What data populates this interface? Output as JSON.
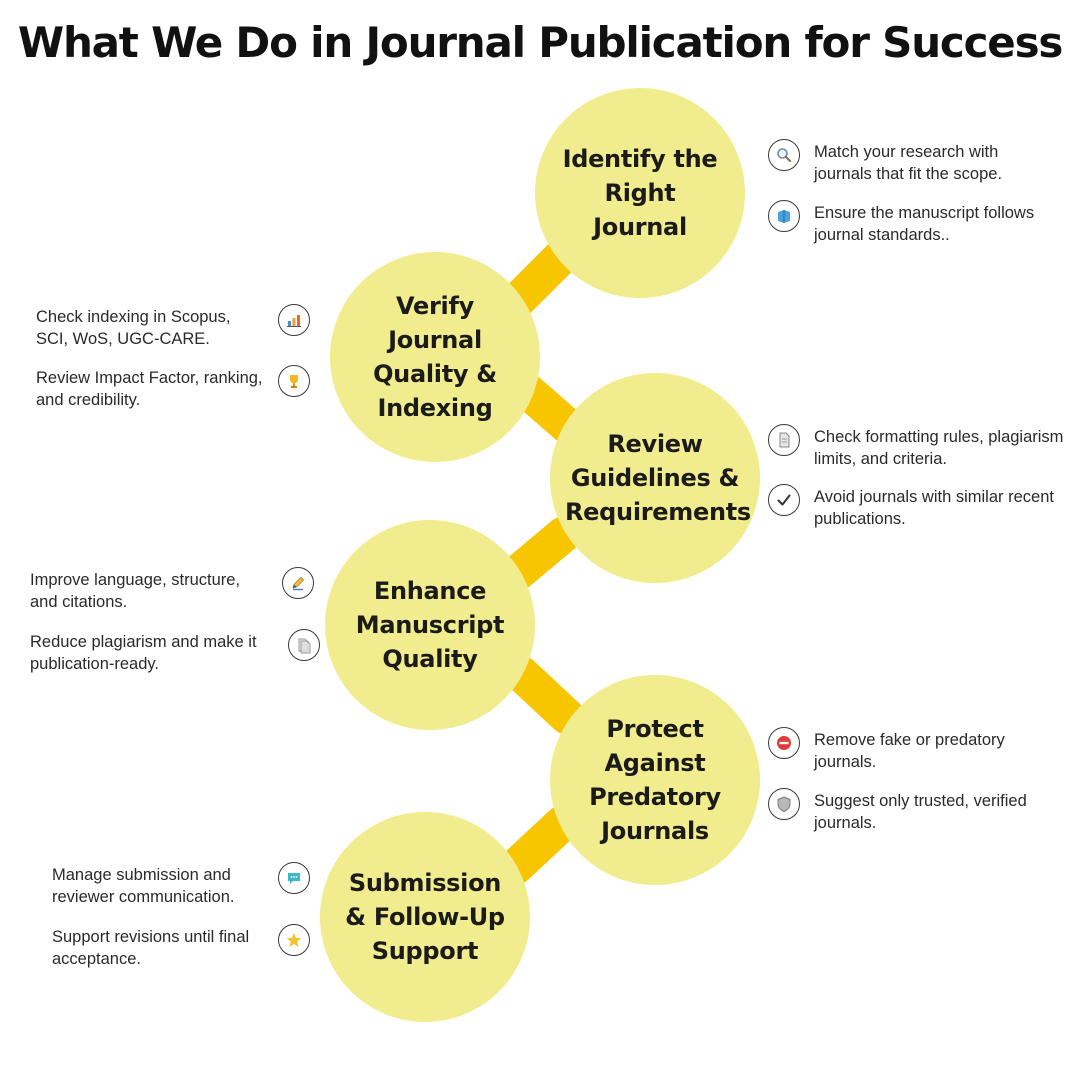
{
  "title": "What We Do in Journal Publication for Success",
  "steps": [
    {
      "label": "Identify the Right Journal",
      "points": [
        {
          "text": "Match your research with journals that fit the scope.",
          "icon": "magnifier-icon"
        },
        {
          "text": "Ensure the manuscript follows journal standards..",
          "icon": "book-icon"
        }
      ]
    },
    {
      "label": "Verify Journal Quality & Indexing",
      "points": [
        {
          "text": "Check indexing in Scopus, SCI, WoS, UGC-CARE.",
          "icon": "bar-chart-icon"
        },
        {
          "text": "Review Impact Factor, ranking, and credibility.",
          "icon": "trophy-icon"
        }
      ]
    },
    {
      "label": "Review Guidelines & Requirements",
      "points": [
        {
          "text": "Check formatting rules, plagiarism limits, and criteria.",
          "icon": "document-icon"
        },
        {
          "text": "Avoid journals with similar recent publications.",
          "icon": "checkmark-icon"
        }
      ]
    },
    {
      "label": "Enhance Manuscript Quality",
      "points": [
        {
          "text": "Improve language, structure, and citations.",
          "icon": "pencil-icon"
        },
        {
          "text": "Reduce plagiarism and make it publication-ready.",
          "icon": "document-icon"
        }
      ]
    },
    {
      "label": "Protect Against Predatory Journals",
      "points": [
        {
          "text": "Remove fake or predatory journals.",
          "icon": "no-entry-icon"
        },
        {
          "text": "Suggest only trusted, verified journals.",
          "icon": "shield-icon"
        }
      ]
    },
    {
      "label": "Submission & Follow-Up Support",
      "points": [
        {
          "text": "Manage submission and reviewer communication.",
          "icon": "chat-bubble-icon"
        },
        {
          "text": "Support revisions until final acceptance.",
          "icon": "star-icon"
        }
      ]
    }
  ],
  "colors": {
    "circle_fill": "#f1ec8d",
    "connector": "#f7c600",
    "text": "#1b1b1b"
  }
}
